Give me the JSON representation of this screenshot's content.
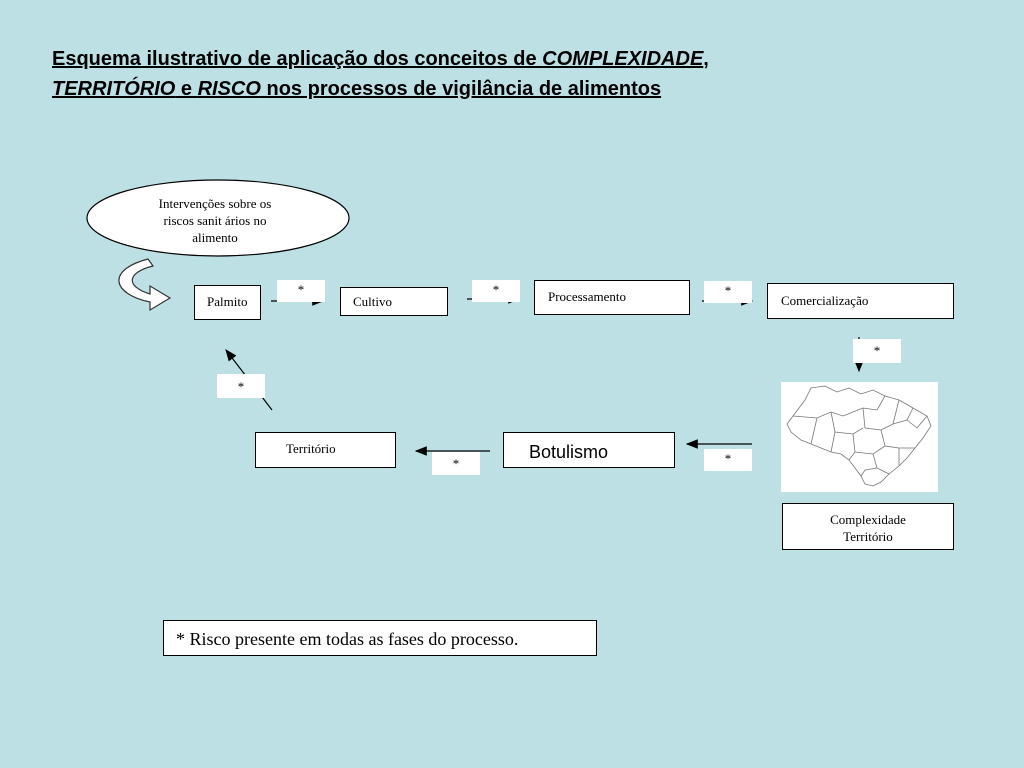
{
  "title": {
    "part1": "Esquema ilustrativo de aplicação dos conceitos de ",
    "complexidade": "COMPLEXIDADE",
    "comma": ",",
    "territorio": "TERRITÓRIO",
    "e": " e ",
    "risco": "RISCO",
    "part2": " nos processos de vigilância de alimentos"
  },
  "oval": {
    "line1": "Intervenções sobre os",
    "line2": "riscos sanit  ários no",
    "line3": "alimento"
  },
  "nodes": {
    "palmito": "Palmito",
    "cultivo": "Cultivo",
    "processamento": "Processamento",
    "comercializacao": "Comercialização",
    "territorio": "Território",
    "botulismo": "Botulismo",
    "complexidade_line1": "Complexidade",
    "complexidade_line2": "Território"
  },
  "risk_marker": "*",
  "footnote": "* Risco presente em todas as fases do processo."
}
